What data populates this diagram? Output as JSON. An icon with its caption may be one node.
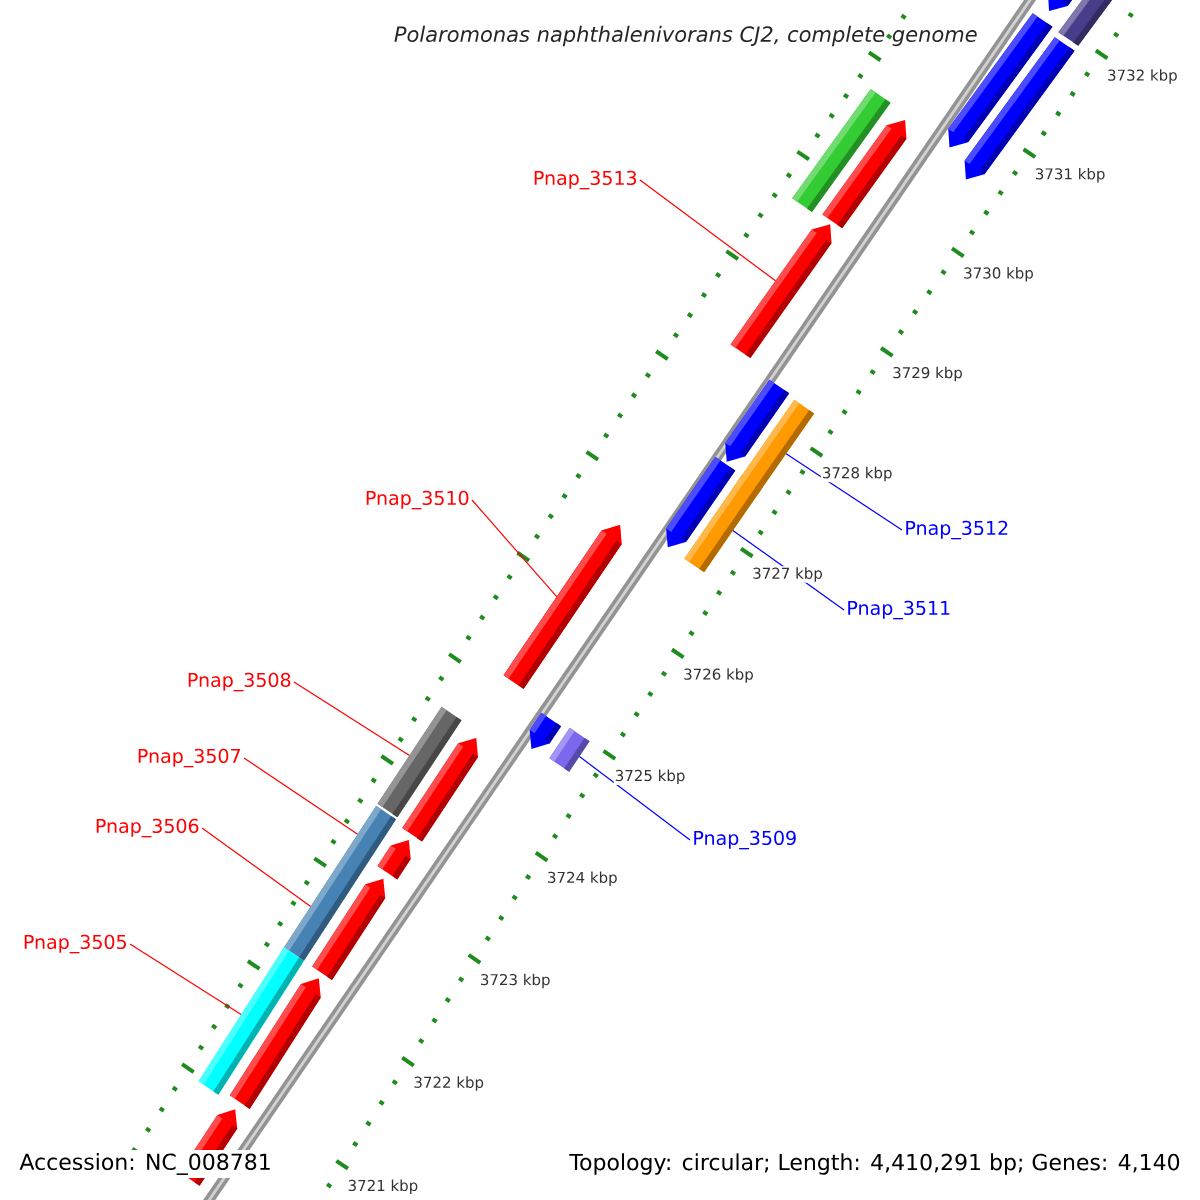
{
  "diagram": {
    "title": "Polaromonas naphthalenivorans CJ2, complete genome",
    "nodes": [
      {
        "text": [
          "Pnap_3513"
        ]
      },
      {
        "text": [
          "Pnap_3510"
        ]
      },
      {
        "text": [
          "Pnap_3512"
        ]
      },
      {
        "text": [
          "Pnap_3511"
        ]
      },
      {
        "text": [
          "Pnap_3508"
        ]
      },
      {
        "text": [
          "Pnap_3507"
        ]
      },
      {
        "text": [
          "Pnap_3506"
        ]
      },
      {
        "text": [
          "Pnap_3509"
        ]
      },
      {
        "text": [
          "Pnap_3505"
        ]
      },
      {
        "text": [],
        "shape": "arrow"
      },
      {
        "text": [],
        "shape": "box"
      },
      {
        "text": [],
        "shape": "arrow"
      },
      {
        "text": [],
        "shape": "box"
      },
      {
        "text": [],
        "shape": "box"
      },
      {
        "text": [],
        "shape": "box"
      },
      {
        "text": [],
        "shape": "box"
      },
      {
        "text": [],
        "shape": "box"
      }
    ],
    "edges": [
      {
        "from": 0,
        "to": 9,
        "arrow": "none"
      },
      {
        "from": 1,
        "to": 11,
        "arrow": "none"
      },
      {
        "from": 2,
        "to": 10,
        "arrow": "none",
        "color": "#0000ff"
      },
      {
        "from": 3,
        "to": 12,
        "arrow": "none",
        "color": "#0000ff"
      },
      {
        "from": 4,
        "to": 14,
        "arrow": "none"
      },
      {
        "from": 5,
        "to": 15,
        "arrow": "none"
      },
      {
        "from": 6,
        "to": 15,
        "arrow": "none"
      },
      {
        "from": 7,
        "to": 13,
        "arrow": "none",
        "color": "#0000ff"
      },
      {
        "from": 8,
        "to": 16,
        "arrow": "none"
      }
    ],
    "labels": [
      "3732 kbp",
      "3731 kbp",
      "3730 kbp",
      "3729 kbp",
      "3728 kbp",
      "3727 kbp",
      "3726 kbp",
      "3725 kbp",
      "3724 kbp",
      "3723 kbp",
      "3722 kbp",
      "Accession: NC_008781",
      "Topology: circular; Length: 4,410,291 bp; Genes: 4,140",
      "3721 kbp"
    ]
  }
}
